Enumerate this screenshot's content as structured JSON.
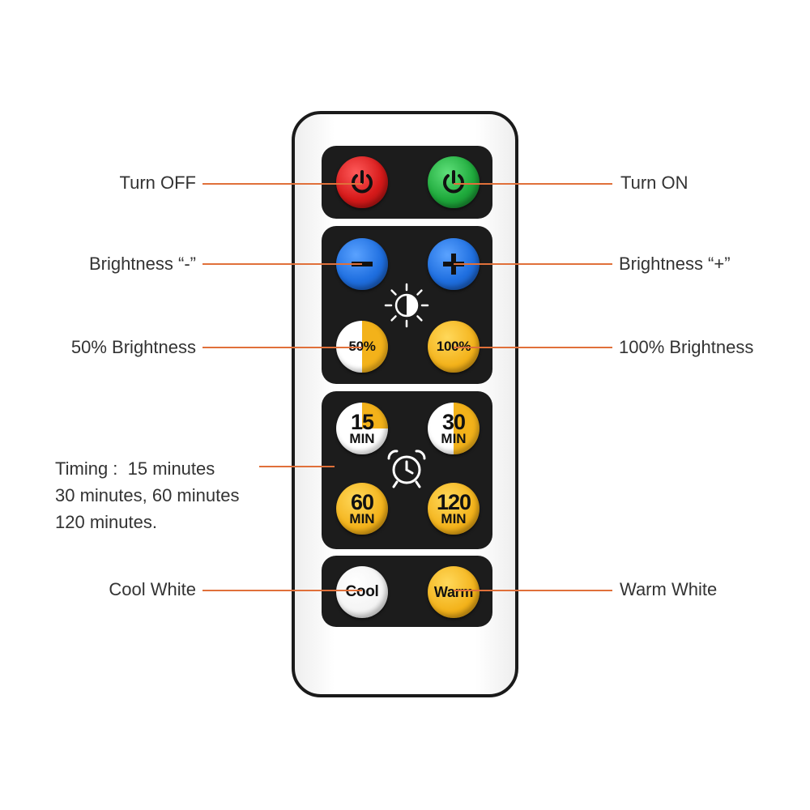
{
  "remote": {
    "buttons": {
      "off_icon": "power-icon",
      "on_icon": "power-icon",
      "minus_icon": "minus-icon",
      "plus_icon": "plus-icon",
      "b50": "50%",
      "b100": "100%",
      "t15_num": "15",
      "t30_num": "30",
      "t60_num": "60",
      "t120_num": "120",
      "min": "MIN",
      "cool": "Cool",
      "warm": "Warm"
    },
    "icons": {
      "brightness": "brightness-icon",
      "timer": "alarm-clock-icon"
    },
    "colors": {
      "off": "#d61a1a",
      "on": "#1faa3c",
      "brightness": "#1f6fe0",
      "amber": "#f3b21a",
      "leader_line": "#e0703a"
    }
  },
  "labels": {
    "turn_off": "Turn OFF",
    "turn_on": "Turn ON",
    "brightness_minus": "Brightness “-”",
    "brightness_plus": "Brightness “+”",
    "brightness_50": "50% Brightness",
    "brightness_100": "100% Brightness",
    "timing_line1": "Timing :  15 minutes",
    "timing_line2": "30 minutes, 60 minutes",
    "timing_line3": "120 minutes.",
    "cool_white": "Cool White",
    "warm_white": "Warm White"
  }
}
